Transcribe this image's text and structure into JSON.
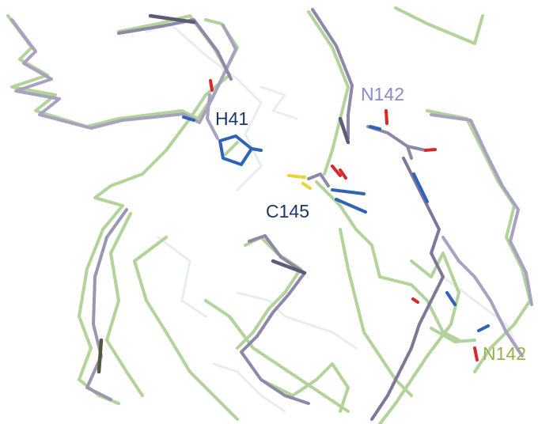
{
  "labels": {
    "h41": "H41",
    "n142_top": "N142",
    "c145": "C145",
    "n142_bottom": "N142"
  },
  "colors": {
    "background": "#ffffff",
    "green_trace": "#b2d39a",
    "green_trace_dark": "#6b8f55",
    "purple_trace": "#a7a2bf",
    "purple_trace_dark": "#5f5a78",
    "faded_trace": "#dde3e6",
    "nitrogen": "#2f63b5",
    "oxygen": "#d9282a",
    "sulfur": "#e8d533",
    "label_dark_blue": "#1c3668",
    "label_lavender": "#8a8bc4",
    "label_olive": "#9aae54"
  }
}
